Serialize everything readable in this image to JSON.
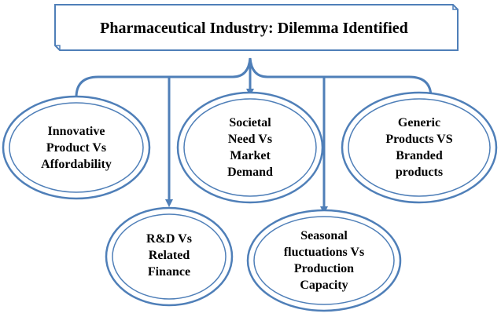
{
  "title": "Pharmaceutical Industry: Dilemma Identified",
  "colors": {
    "outline": "#4f7fb8",
    "connector": "#4f7fb8",
    "fill": "#ffffff",
    "text": "#000000"
  },
  "nodes": [
    {
      "id": "innovative",
      "lines": [
        "Innovative",
        "Product Vs",
        "Affordability"
      ]
    },
    {
      "id": "societal",
      "lines": [
        "Societal",
        "Need Vs",
        "Market",
        "Demand"
      ]
    },
    {
      "id": "generic",
      "lines": [
        "Generic",
        "Products VS",
        "Branded",
        "products"
      ]
    },
    {
      "id": "rd",
      "lines": [
        "R&D Vs",
        "Related",
        "Finance"
      ]
    },
    {
      "id": "seasonal",
      "lines": [
        "Seasonal",
        "fluctuations Vs",
        "Production",
        "Capacity"
      ]
    }
  ]
}
